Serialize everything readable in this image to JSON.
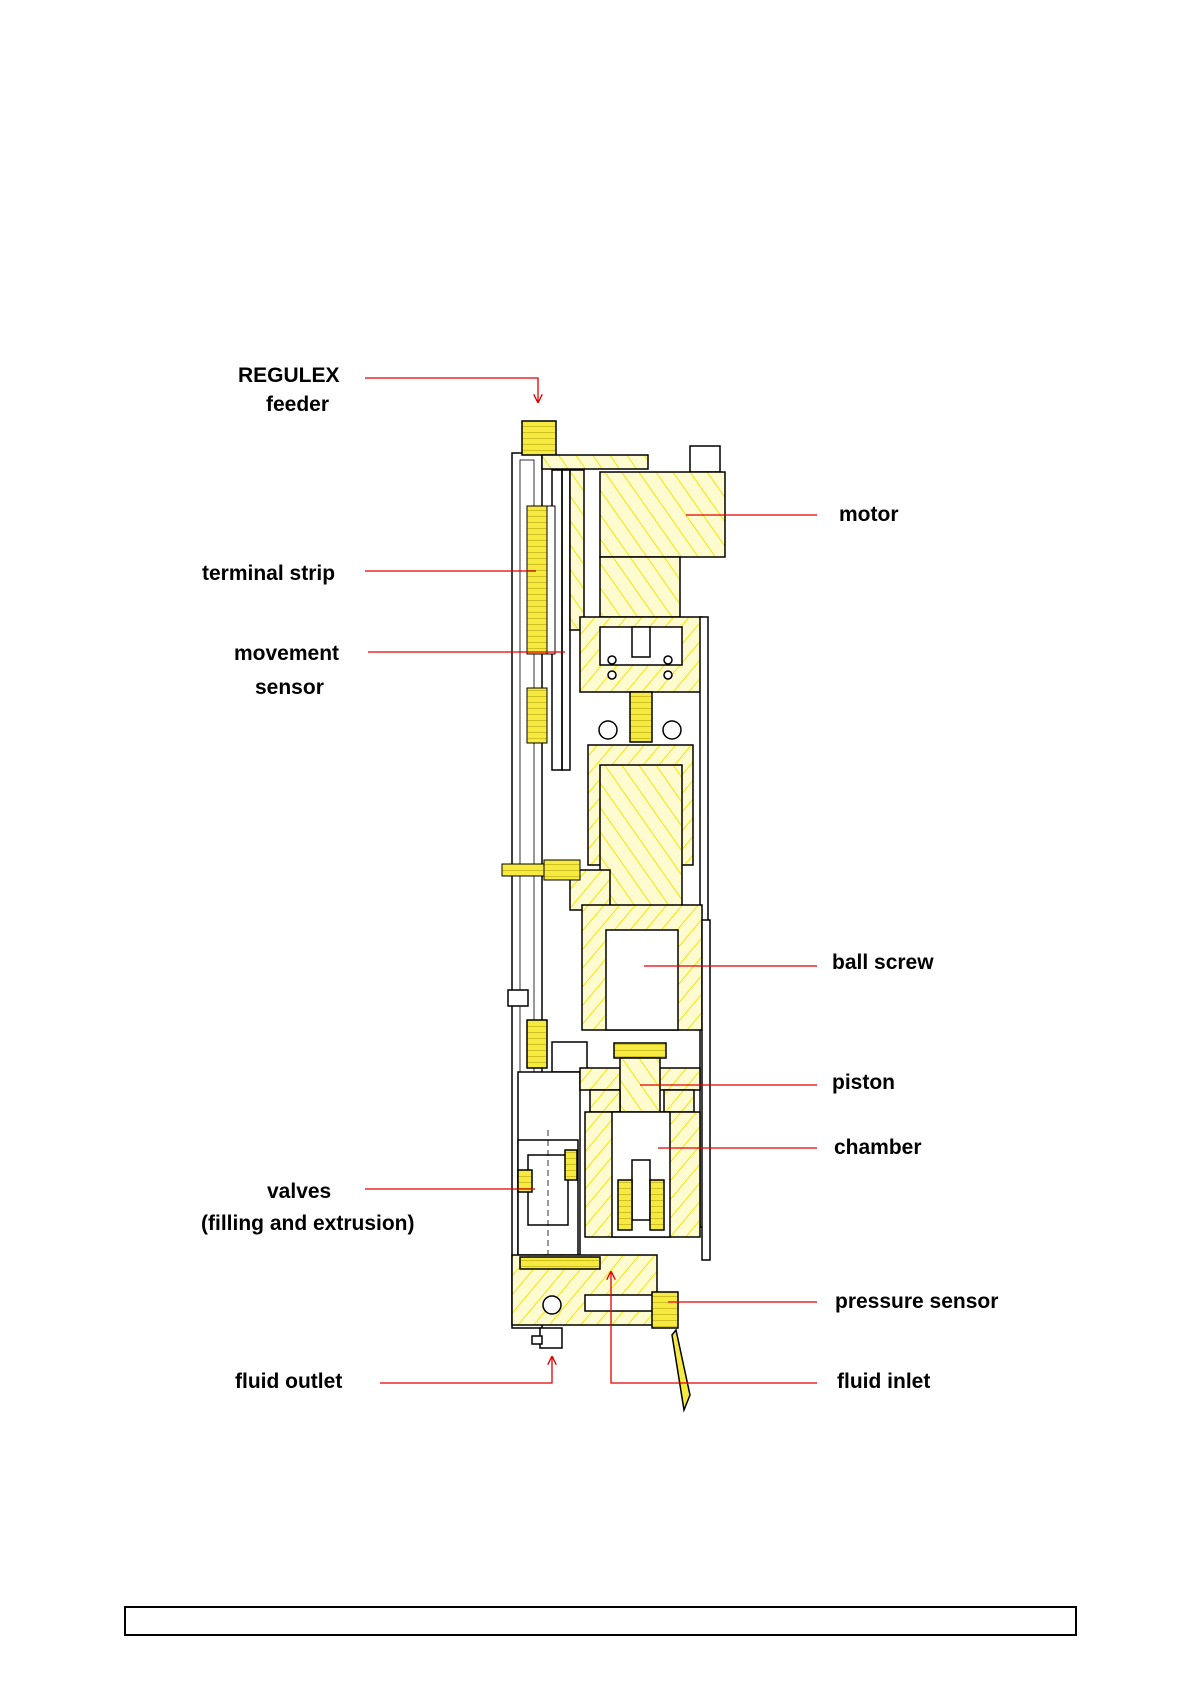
{
  "labels": {
    "regulex": "REGULEX",
    "feeder": "feeder",
    "motor": "motor",
    "terminal_strip": "terminal strip",
    "movement": "movement",
    "sensor": "sensor",
    "ball_screw": "ball screw",
    "piston": "piston",
    "chamber": "chamber",
    "valves": "valves",
    "valves_detail": "(filling and extrusion)",
    "pressure_sensor": "pressure sensor",
    "fluid_outlet": "fluid outlet",
    "fluid_inlet": "fluid inlet"
  },
  "colors": {
    "hatch": "#f2e600",
    "hatch_fill": "#fffbd0",
    "outline": "#000000",
    "leader": "#e00000"
  }
}
